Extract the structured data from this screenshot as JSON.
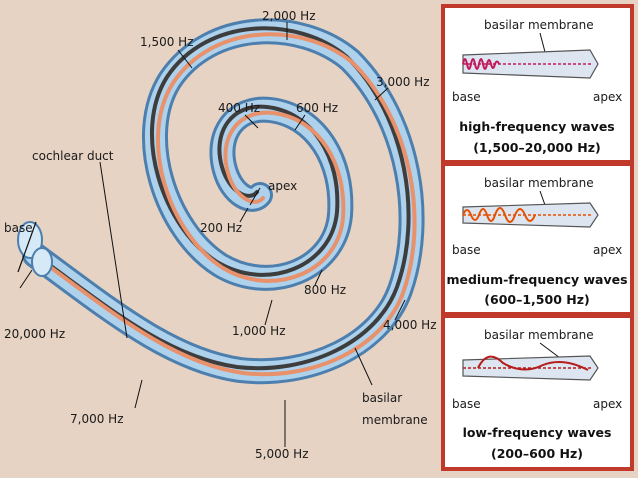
{
  "spiral": {
    "labels": {
      "hz_2000": "2,000 Hz",
      "hz_1500": "1,500 Hz",
      "hz_3000": "3,000 Hz",
      "hz_400": "400 Hz",
      "hz_600": "600 Hz",
      "apex": "apex",
      "hz_200": "200 Hz",
      "cochlear_duct": "cochlear duct",
      "base": "base",
      "hz_800": "800 Hz",
      "hz_20000": "20,000 Hz",
      "hz_1000": "1,000 Hz",
      "hz_4000": "4,000 Hz",
      "basilar_line1": "basilar",
      "basilar_line2": "membrane",
      "hz_7000": "7,000 Hz",
      "hz_5000": "5,000 Hz"
    }
  },
  "panels": [
    {
      "membrane_label": "basilar membrane",
      "base_label": "base",
      "apex_label": "apex",
      "title": "high-frequency waves",
      "range": "(1,500–20,000 Hz)",
      "wave_color": "#c2185b"
    },
    {
      "membrane_label": "basilar membrane",
      "base_label": "base",
      "apex_label": "apex",
      "title": "medium-frequency waves",
      "range": "(600–1,500 Hz)",
      "wave_color": "#e65100"
    },
    {
      "membrane_label": "basilar membrane",
      "base_label": "base",
      "apex_label": "apex",
      "title": "low-frequency waves",
      "range": "(200–600 Hz)",
      "wave_color": "#b71c1c"
    }
  ],
  "colors": {
    "background": "#e6d3c4",
    "tube_outer": "#4c7fae",
    "tube_fill": "#aed1ec",
    "membrane_orange": "#e8916b",
    "duct_dark": "#3d3d3d",
    "panel_border": "#c0392b"
  }
}
